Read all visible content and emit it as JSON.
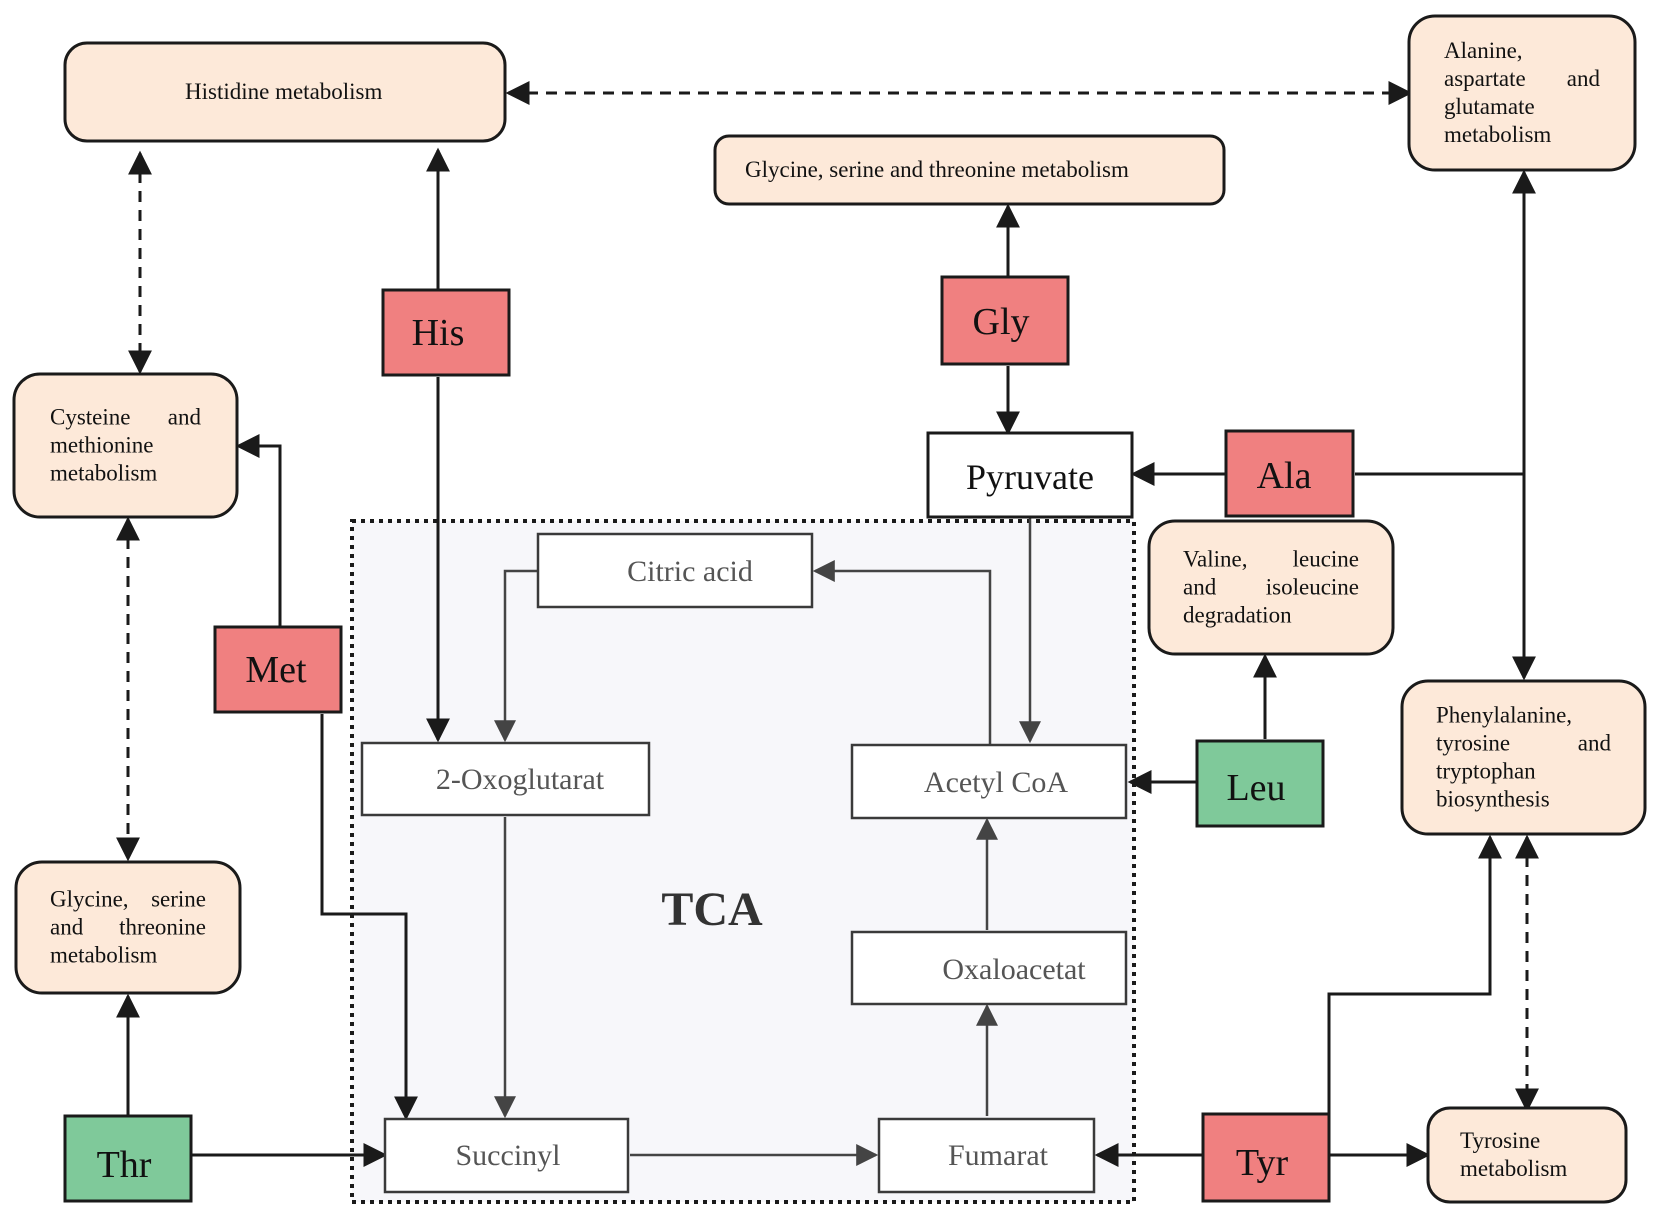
{
  "colors": {
    "pathway_fill": "#fde9d9",
    "up_regulated": "#f08080",
    "down_regulated": "#7fc99a",
    "tca_region": "#f7f7fa"
  },
  "tca": {
    "title": "TCA"
  },
  "pathways": {
    "histidine": [
      "Histidine metabolism"
    ],
    "ala_asp_glu": [
      "Alanine,",
      "aspartate and",
      "glutamate",
      "metabolism"
    ],
    "gly_ser_thr_top": [
      "Glycine, serine and threonine metabolism"
    ],
    "cys_met": [
      "Cysteine and",
      "methionine",
      "metabolism"
    ],
    "gly_ser_thr_left": [
      "Glycine, serine",
      "and threonine",
      "metabolism"
    ],
    "val_leu_ile": [
      "Valine, leucine",
      "and isoleucine",
      "degradation"
    ],
    "phe_tyr_trp": [
      "Phenylalanine,",
      "tyrosine and",
      "tryptophan",
      "biosynthesis"
    ],
    "tyrosine": [
      "Tyrosine",
      "metabolism"
    ]
  },
  "amino_acids": {
    "his": {
      "label": "His",
      "status": "up"
    },
    "gly": {
      "label": "Gly",
      "status": "up"
    },
    "ala": {
      "label": "Ala",
      "status": "up"
    },
    "met": {
      "label": "Met",
      "status": "up"
    },
    "leu": {
      "label": "Leu",
      "status": "down"
    },
    "thr": {
      "label": "Thr",
      "status": "down"
    },
    "tyr": {
      "label": "Tyr",
      "status": "up"
    }
  },
  "metabolites": {
    "pyruvate": "Pyruvate",
    "citric_acid": "Citric acid",
    "oxoglutarat": "2-Oxoglutarat",
    "acetyl_coa": "Acetyl CoA",
    "oxaloacetat": "Oxaloacetat",
    "succinyl": "Succinyl",
    "fumarat": "Fumarat"
  }
}
